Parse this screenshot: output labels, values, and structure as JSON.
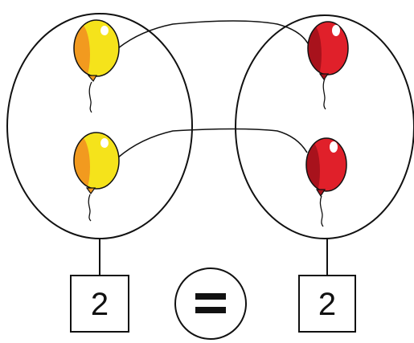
{
  "comparison": {
    "left_group": {
      "balloon_color": "yellow",
      "balloon_count": 2,
      "count_label": "2"
    },
    "right_group": {
      "balloon_color": "red",
      "balloon_count": 2,
      "count_label": "2"
    },
    "relation_symbol": "="
  },
  "colors": {
    "outline": "#111111",
    "yellow_main": "#f5e31b",
    "yellow_shade": "#f29a1f",
    "red_main": "#e0202a",
    "red_shade": "#a8121c",
    "background": "#ffffff"
  },
  "icons": [
    "yellow-balloon-icon",
    "red-balloon-icon",
    "equals-sign-icon"
  ]
}
